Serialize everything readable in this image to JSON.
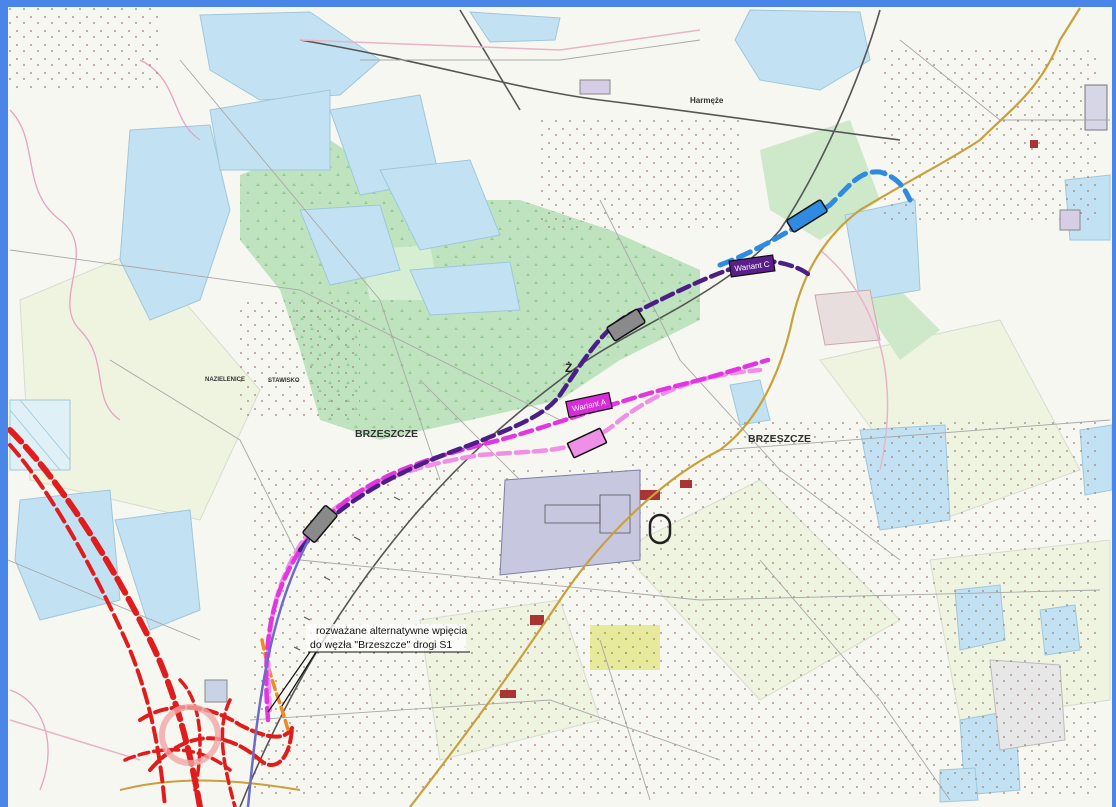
{
  "map": {
    "place_labels": [
      "BRZESZCZE",
      "BRZESZCZE",
      "Harmęże",
      "NAZIELENICE",
      "STAWISKO"
    ],
    "annotation_line1": "rozważane alternatywne wpięcia",
    "annotation_line2": "do węzła \"Brzeszcze\" drogi S1",
    "variant_labels": [
      "Wariant C",
      "Wariant A"
    ],
    "colors": {
      "variant_blue": "#2f8be0",
      "variant_purple": "#4b1f86",
      "variant_magenta": "#e336e3",
      "variant_pink": "#f08fe6",
      "road_s1": "#e01c1c",
      "road_local": "#c9a03c",
      "water": "#c2e2f3",
      "forest": "#bfe3bf",
      "frame": "#4a86e8"
    }
  }
}
